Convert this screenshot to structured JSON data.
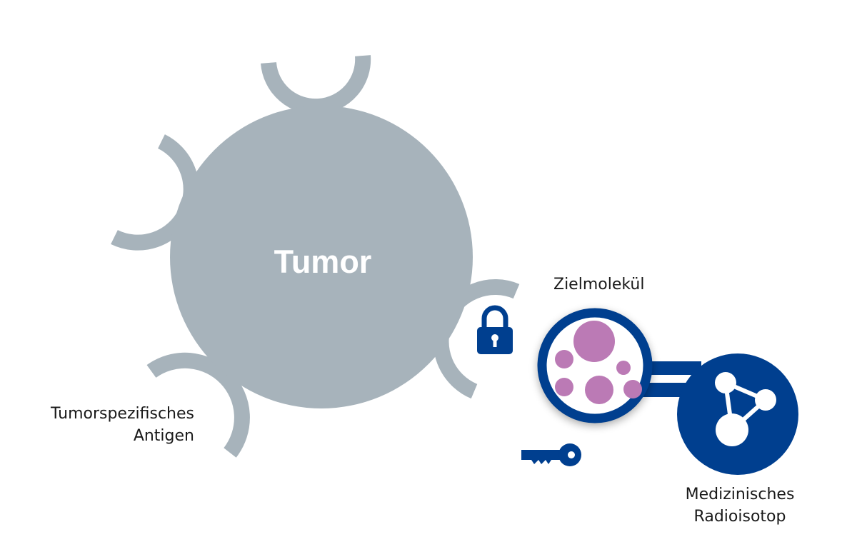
{
  "tumor": {
    "title": "Tumor",
    "color": "#a7b3bb"
  },
  "labels": {
    "antigen_line1": "Tumorspezifisches",
    "antigen_line2": "Antigen",
    "target_molecule": "Zielmolekül",
    "isotope_line1": "Medizinisches",
    "isotope_line2": "Radioisotop"
  },
  "colors": {
    "navy": "#003f8f",
    "pink": "#bb7ab5",
    "gray": "#a7b3bb",
    "text": "#1a1a1a"
  },
  "icons": {
    "lock": "lock-icon",
    "key": "key-icon",
    "isotope": "molecule-network-icon"
  }
}
